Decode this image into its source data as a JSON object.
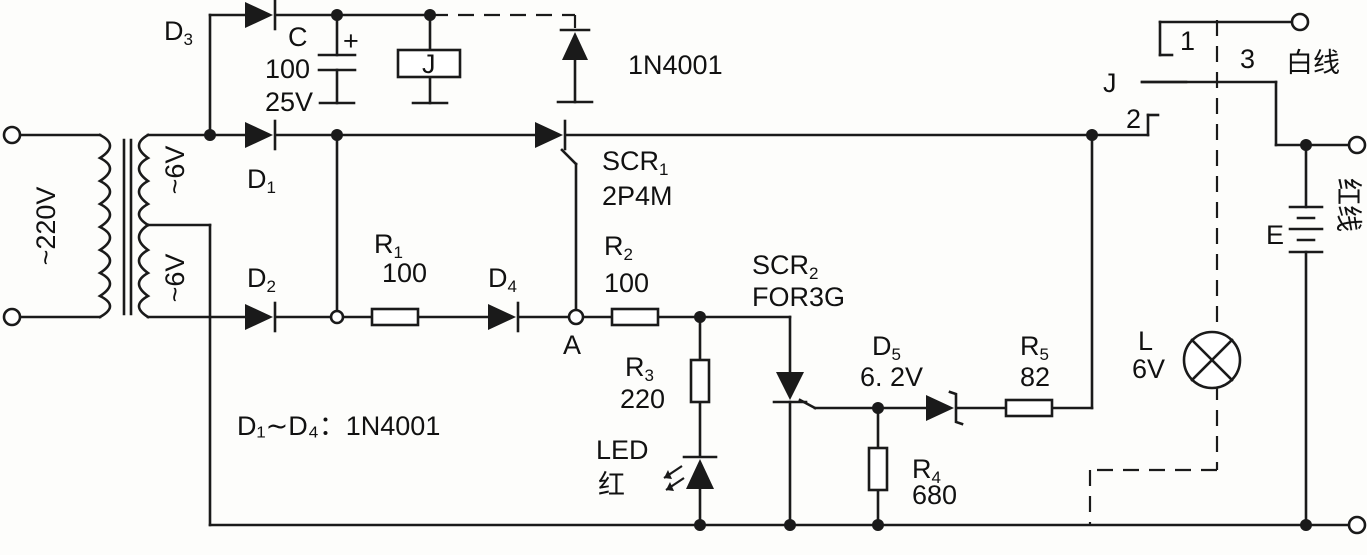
{
  "title": "",
  "source": {
    "voltage": "~220V"
  },
  "transformer": {
    "secondary_upper": "~6V",
    "secondary_lower": "~6V"
  },
  "diodes": {
    "d1": {
      "base": "D",
      "sub": "1"
    },
    "d2": {
      "base": "D",
      "sub": "2"
    },
    "d3": {
      "base": "D",
      "sub": "3"
    },
    "d4": {
      "base": "D",
      "sub": "4"
    },
    "d5": {
      "base": "D",
      "sub": "5",
      "value": "6. 2V"
    },
    "clamp": "1N4001",
    "note": "D₁∼D₄：1N4001"
  },
  "capacitor": {
    "name": "C",
    "value": "100",
    "rating": "25V",
    "polarity": "+"
  },
  "relay": {
    "coil": "J",
    "switch": "J",
    "contact1": "1",
    "contact2": "2",
    "contact3": "3"
  },
  "scr1": {
    "base": "SCR",
    "sub": "1",
    "model": "2P4M"
  },
  "scr2": {
    "base": "SCR",
    "sub": "2",
    "model": "FOR3G"
  },
  "resistors": {
    "r1": {
      "base": "R",
      "sub": "1",
      "value": "100"
    },
    "r2": {
      "base": "R",
      "sub": "2",
      "value": "100"
    },
    "r3": {
      "base": "R",
      "sub": "3",
      "value": "220"
    },
    "r4": {
      "base": "R",
      "sub": "4",
      "value": "680"
    },
    "r5": {
      "base": "R",
      "sub": "5",
      "value": "82"
    }
  },
  "node_a": "A",
  "led": {
    "name": "LED",
    "color": "红"
  },
  "lamp": {
    "name": "L",
    "value": "6V"
  },
  "battery": {
    "name": "E"
  },
  "outputs": {
    "white": "白线",
    "red": "红线"
  }
}
